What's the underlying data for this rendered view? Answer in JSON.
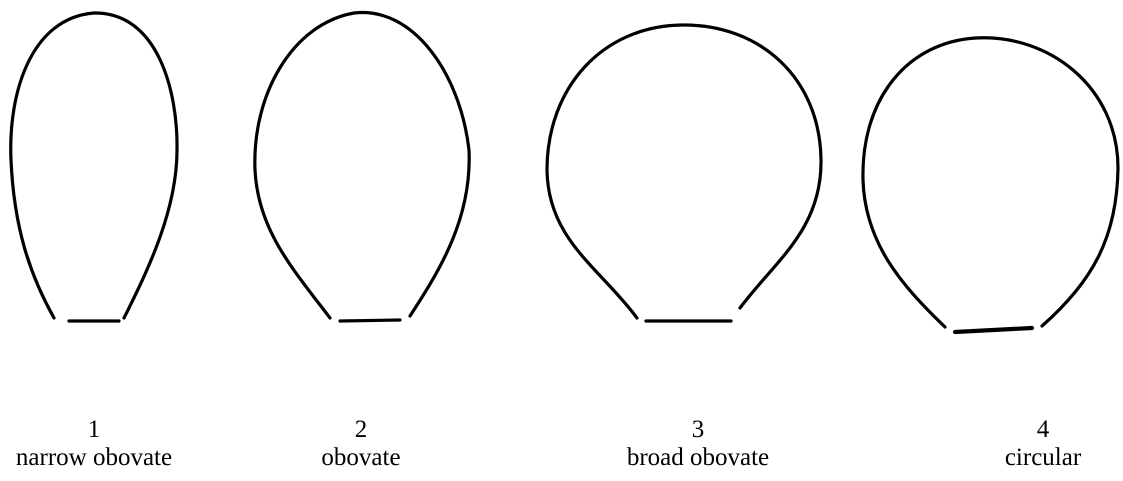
{
  "figure": {
    "shapes": [
      {
        "number": "1",
        "name": "narrow obovate"
      },
      {
        "number": "2",
        "name": "obovate"
      },
      {
        "number": "3",
        "name": "broad obovate"
      },
      {
        "number": "4",
        "name": "circular"
      }
    ]
  }
}
